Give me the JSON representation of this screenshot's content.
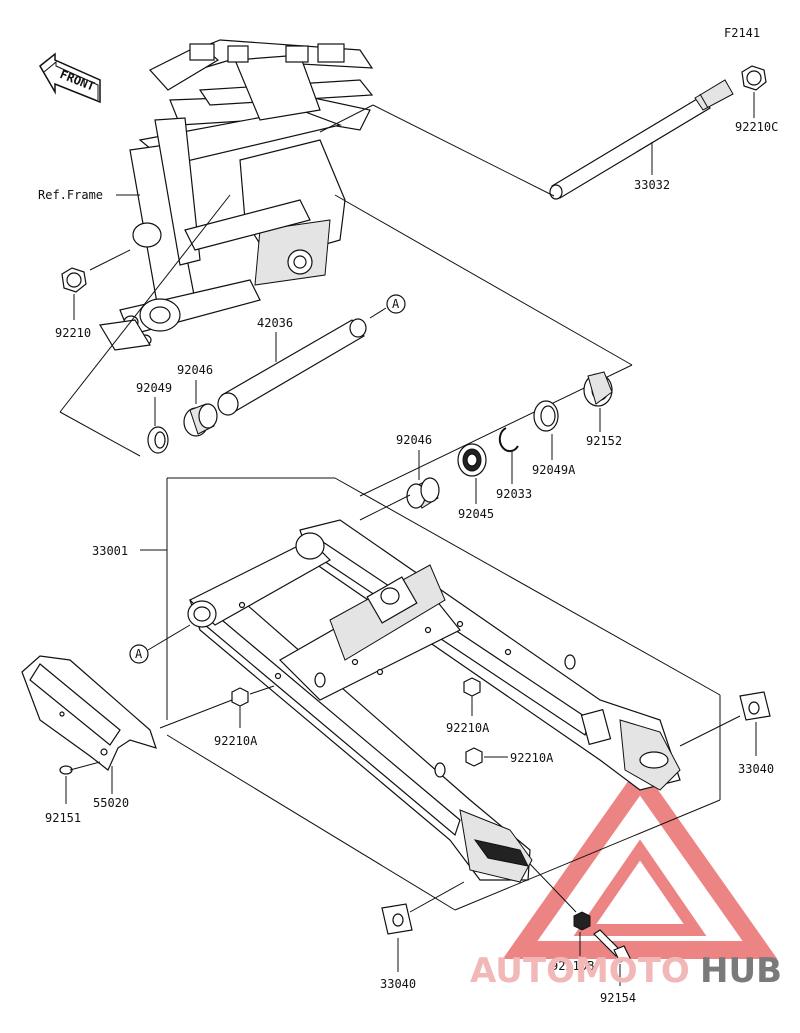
{
  "diagram_code": "F2141",
  "front_label": "FRONT",
  "ref_frame_label": "Ref.Frame",
  "ref_marker": "A",
  "parts": {
    "nut_92210C": "92210C",
    "shaft_33032": "33032",
    "nut_92210": "92210",
    "collar_42036": "42036",
    "bearing_92046_left": "92046",
    "seal_92049": "92049",
    "seal_92049A": "92049A",
    "cap_92152": "92152",
    "bearing_92046_right": "92046",
    "bearing_92045": "92045",
    "circlip_92033": "92033",
    "swingarm_33001": "33001",
    "nut_92210A_1": "92210A",
    "nut_92210A_2": "92210A",
    "nut_92210A_3": "92210A",
    "guard_55020": "55020",
    "screw_92151": "92151",
    "adjuster_33040_right": "33040",
    "adjuster_33040_bottom": "33040",
    "nut_92210B": "92210B",
    "bolt_92154": "92154"
  },
  "watermark": {
    "part1": "AUTOMOTO",
    "part2": "HUB",
    "color1": "#f2b8b8",
    "color2": "#7a7a7a",
    "triangle_color": "#e85c5c"
  }
}
